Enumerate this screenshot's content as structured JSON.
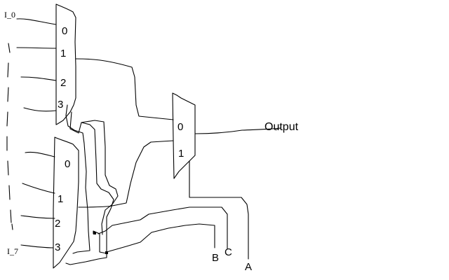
{
  "inputs": {
    "first": "I_0",
    "last": "I_7"
  },
  "mux_top": {
    "ports": [
      "0",
      "1",
      "2",
      "3"
    ]
  },
  "mux_bottom": {
    "ports": [
      "0",
      "1",
      "2",
      "3"
    ]
  },
  "mux_out": {
    "ports": [
      "0",
      "1"
    ]
  },
  "output_label": "Output",
  "selects": {
    "b": "B",
    "c": "C",
    "a": "A"
  }
}
